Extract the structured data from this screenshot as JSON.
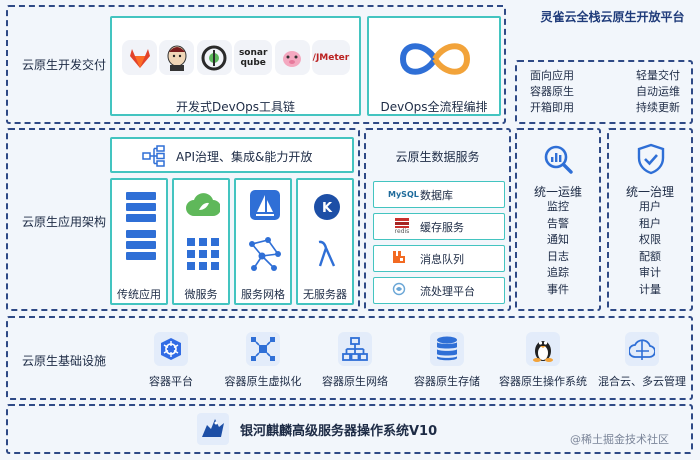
{
  "platform_title": "灵雀云全栈云原生开放平台",
  "rows": {
    "dev": "云原生开发交付",
    "app": "云原生应用架构",
    "infra": "云原生基础设施"
  },
  "devops_toolchain": {
    "label": "开发式DevOps工具链",
    "tools": [
      "gitlab",
      "jenkins",
      "git",
      "sonar\nqube",
      "harbor",
      "JMeter"
    ]
  },
  "devops_flow": {
    "label": "DevOps全流程编排"
  },
  "features": [
    [
      "面向应用",
      "轻量交付"
    ],
    [
      "容器原生",
      "自动运维"
    ],
    [
      "开箱即用",
      "持续更新"
    ]
  ],
  "api": {
    "label": "API治理、集成&能力开放"
  },
  "arch": [
    {
      "label": "传统应用"
    },
    {
      "label": "微服务"
    },
    {
      "label": "服务网格"
    },
    {
      "label": "无服务器"
    }
  ],
  "data_services": {
    "title": "云原生数据服务",
    "items": [
      "数据库",
      "缓存服务",
      "消息队列",
      "流处理平台"
    ],
    "badges": [
      "MySQL",
      "redis",
      "",
      ""
    ]
  },
  "ops": {
    "title": "统一运维",
    "items": [
      "监控",
      "告警",
      "通知",
      "日志",
      "追踪",
      "事件"
    ]
  },
  "gov": {
    "title": "统一治理",
    "items": [
      "用户",
      "租户",
      "权限",
      "配额",
      "审计",
      "计量"
    ]
  },
  "infra_items": [
    "容器平台",
    "容器原生虚拟化",
    "容器原生网络",
    "容器原生存储",
    "容器原生操作系统",
    "混合云、多云管理"
  ],
  "os": {
    "label": "银河麒麟高级服务器操作系统V10"
  },
  "watermark": "@稀土掘金技术社区",
  "colors": {
    "accent": "#43c4c0",
    "frame": "#2f4a86",
    "icon_blue": "#2f6fd6"
  }
}
